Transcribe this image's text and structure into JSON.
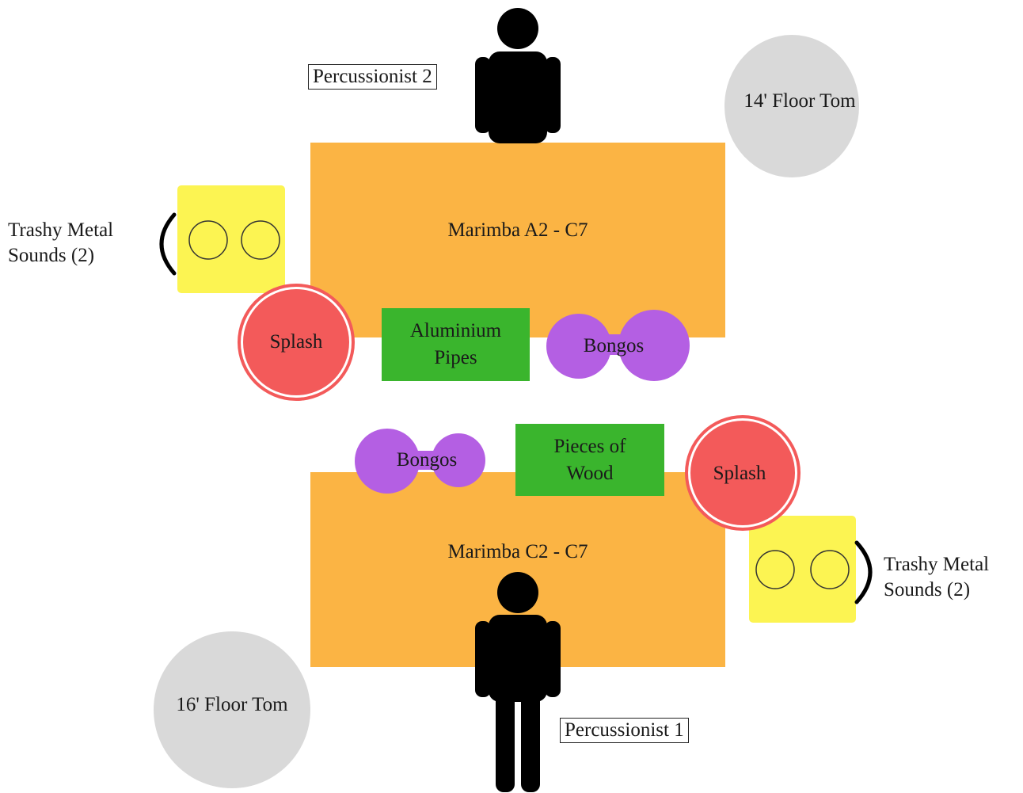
{
  "top_setup": {
    "marimba_label": "Marimba A2 - C7",
    "pipes_label": "Aluminium\nPipes",
    "bongos_label": "Bongos",
    "splash_label": "Splash",
    "trash_label": "Trashy Metal\nSounds (2)",
    "floor_tom_label": "14' Floor Tom",
    "player_label": "Percussionist 2"
  },
  "bottom_setup": {
    "marimba_label": "Marimba C2 - C7",
    "wood_label": "Pieces of\nWood",
    "bongos_label": "Bongos",
    "splash_label": "Splash",
    "trash_label": "Trashy Metal\nSounds (2)",
    "floor_tom_label": "16' Floor Tom",
    "player_label": "Percussionist 1"
  },
  "colors": {
    "marimba": "#fbb444",
    "pipes_wood": "#3ab52d",
    "bongos": "#b45fe3",
    "splash": "#f35a5a",
    "trash": "#fcf452",
    "floor_tom": "#d9d9d9",
    "person": "#000000"
  }
}
